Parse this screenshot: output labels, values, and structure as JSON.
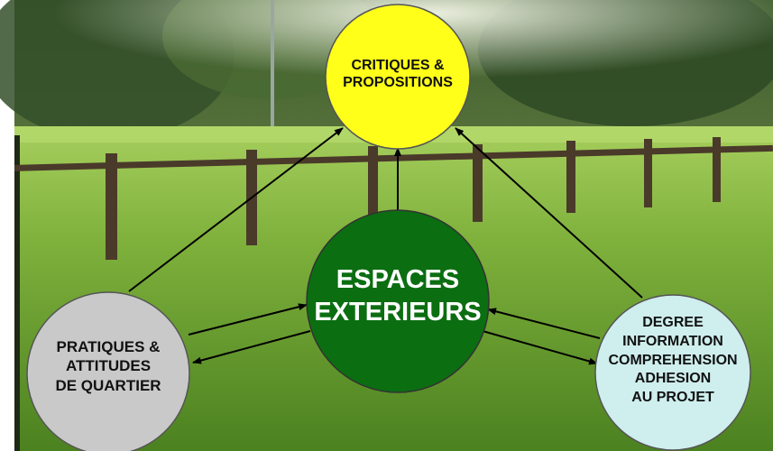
{
  "nodes": {
    "critiques": {
      "text": "CRITIQUES &\nPROPOSITIONS",
      "color": "#ffff1a"
    },
    "center": {
      "text": "ESPACES\nEXTERIEURS",
      "color": "#0b6e11"
    },
    "pratiques": {
      "text": "PRATIQUES &\nATTITUDES\nDE QUARTIER",
      "color": "#c9c9c9"
    },
    "degree": {
      "text": "DEGREE\nINFORMATION\nCOMPREHENSION\nADHESION\nAU PROJET",
      "color": "#cfeeee"
    }
  },
  "colors": {
    "sky": "#e9f0dc",
    "trees_dark": "#2f4a22",
    "trees_mid": "#4e6c34",
    "grass_far": "#8fbf4a",
    "grass_near": "#4f8a22",
    "fence": "#4a3a2a",
    "arrow": "#000000"
  }
}
